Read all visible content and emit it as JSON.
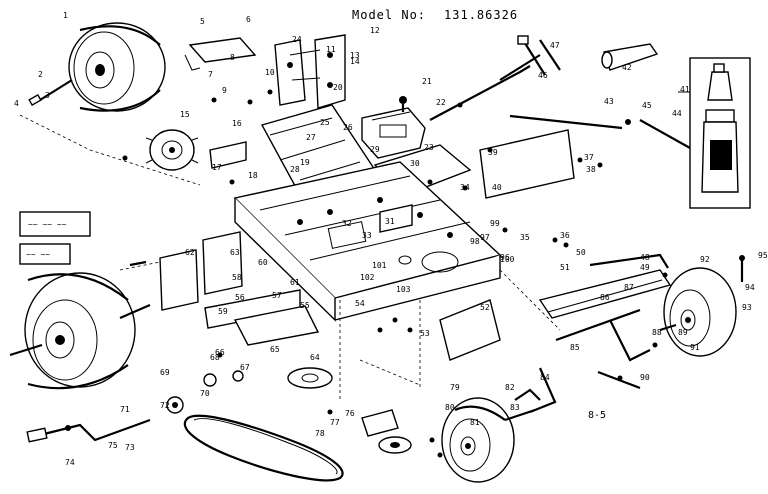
{
  "header": {
    "model_label": "Model No:",
    "model_number": "131.86326"
  },
  "page_code": "8-5",
  "callouts": [
    "1",
    "2",
    "3",
    "4",
    "5",
    "6",
    "7",
    "8",
    "9",
    "10",
    "11",
    "12",
    "13",
    "14",
    "15",
    "16",
    "17",
    "18",
    "19",
    "20",
    "21",
    "22",
    "23",
    "24",
    "25",
    "26",
    "27",
    "28",
    "29",
    "30",
    "31",
    "32",
    "33",
    "34",
    "35",
    "36",
    "37",
    "38",
    "39",
    "40",
    "41",
    "42",
    "43",
    "44",
    "45",
    "46",
    "47",
    "48",
    "49",
    "50",
    "51",
    "52",
    "53",
    "54",
    "55",
    "56",
    "57",
    "58",
    "59",
    "60",
    "61",
    "62",
    "63",
    "64",
    "65",
    "66",
    "67",
    "68",
    "69",
    "70",
    "71",
    "72",
    "73",
    "74",
    "75",
    "76",
    "77",
    "78",
    "79",
    "80",
    "81",
    "82",
    "83",
    "84",
    "85",
    "86",
    "87",
    "88",
    "89",
    "90",
    "91",
    "92",
    "93",
    "94",
    "95",
    "96",
    "97",
    "98",
    "99",
    "100",
    "101",
    "102",
    "103"
  ]
}
